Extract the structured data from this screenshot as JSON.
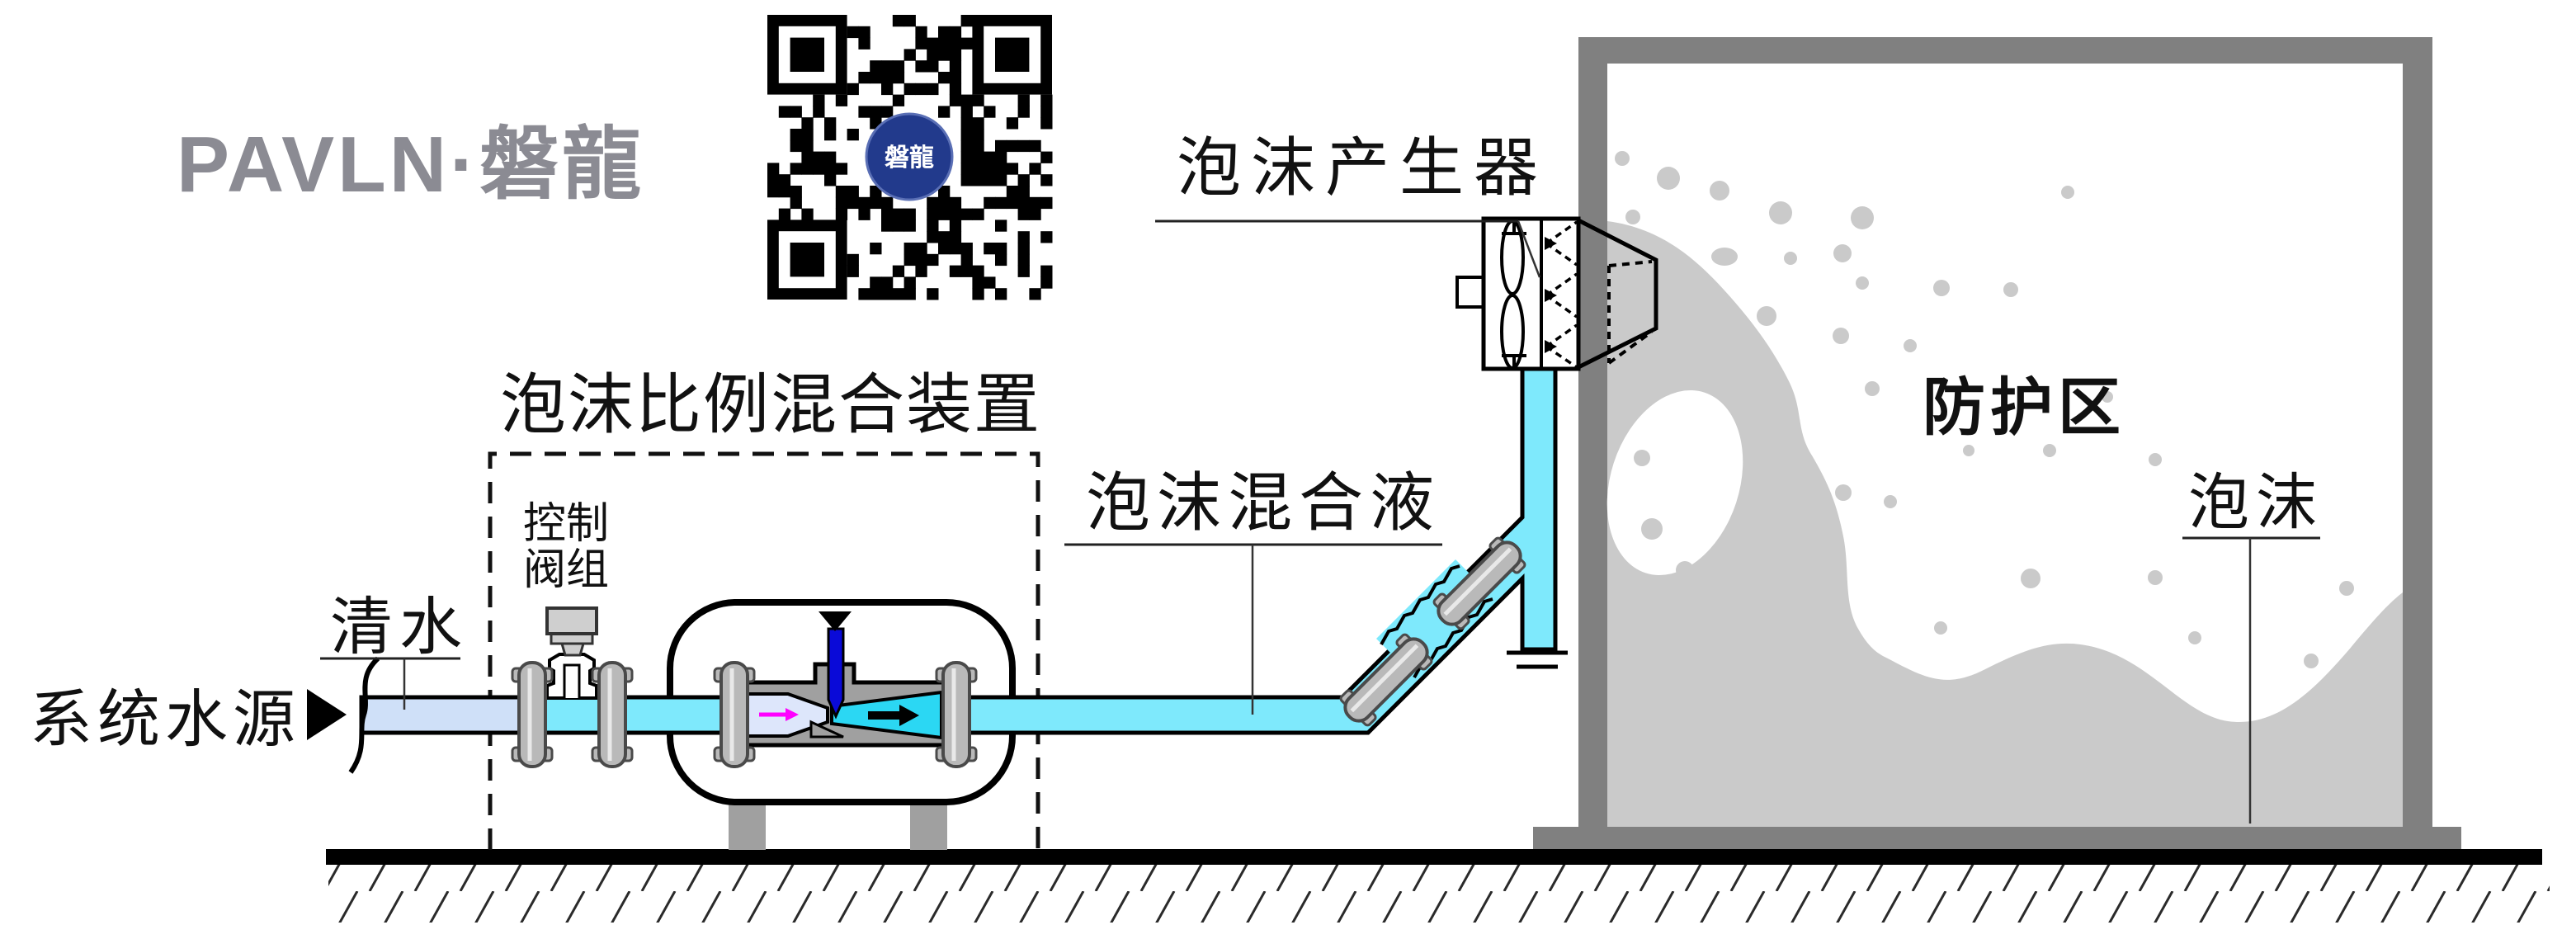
{
  "branding": {
    "logo_text": "PAVLN·磐龍",
    "qr_center_label": "磐龍"
  },
  "labels": {
    "foam_generator": "泡沫产生器",
    "proportioner": "泡沫比例混合装置",
    "foam_solution": "泡沫混合液",
    "protected_zone": "防护区",
    "foam": "泡沫",
    "clean_water": "清水",
    "control_valve_line1": "控制",
    "control_valve_line2": "阀组",
    "water_source": "系统水源"
  },
  "colors": {
    "pipe_pale": "#cfe0f8",
    "venturi_inlet_pale": "#dde6fb",
    "pipe_cyan": "#7ee9fc",
    "jet_cyan": "#2bd7f3",
    "needle_blue": "#0a0ad8",
    "magenta_arrow": "#ff00ff",
    "wall_gray": "#808080",
    "foam_gray": "#cacaca",
    "metal_gray": "#a0a0a0",
    "flange_gray": "#b9b9b9",
    "valve_gray": "#cfcfcf",
    "logo_gray": "#8b8b93",
    "qr_blue": "#223a8c"
  }
}
